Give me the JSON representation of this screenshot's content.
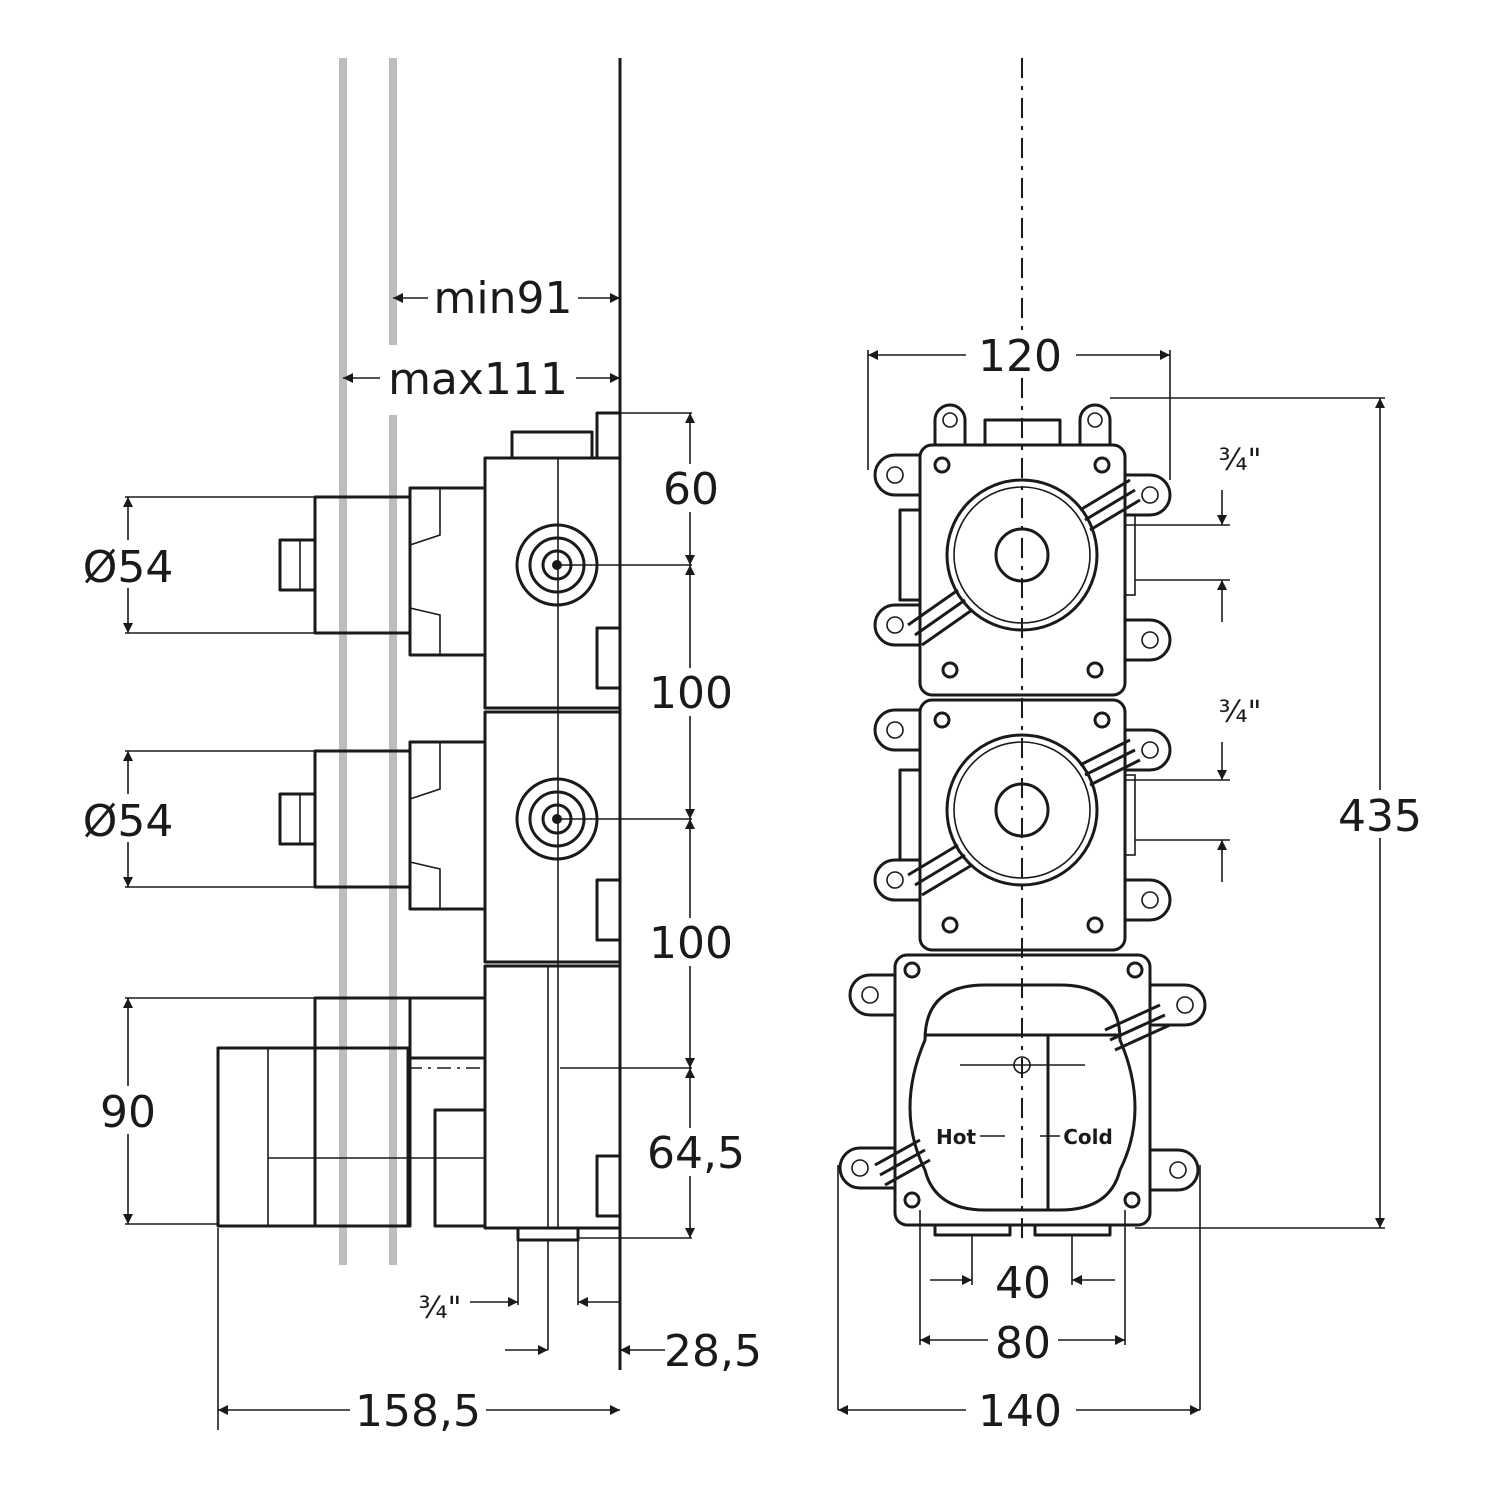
{
  "side_view": {
    "wall_min": "min91",
    "wall_max": "max111",
    "diameter_top": "Ø54",
    "diameter_mid": "Ø54",
    "height_top": "60",
    "pitch_1": "100",
    "pitch_2": "100",
    "height_bottom": "64,5",
    "handle_height": "90",
    "outlet_thread": "¾\"",
    "outlet_offset": "28,5",
    "total_depth": "158,5"
  },
  "front_view": {
    "width_top": "120",
    "thread_top": "¾\"",
    "thread_mid": "¾\"",
    "total_height": "435",
    "inlet_spacing": "40",
    "inlet_width": "80",
    "width_bottom": "140",
    "label_hot": "Hot",
    "label_cold": "Cold"
  }
}
